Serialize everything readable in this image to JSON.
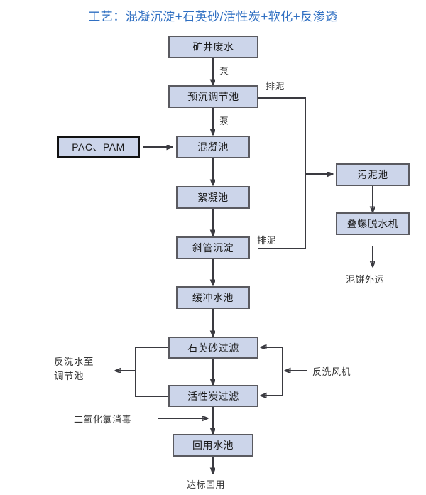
{
  "title": "工艺：混凝沉淀+石英砂/活性炭+软化+反渗透",
  "colors": {
    "title": "#2f6fc2",
    "node_fill": "#ccd5ea",
    "node_border": "#5a5a60",
    "edge": "#3a3a40",
    "background": "#ffffff"
  },
  "nodes": {
    "mine_wastewater": "矿井废水",
    "pre_sedimentation_tank": "预沉调节池",
    "chemical_dosing": "PAC、PAM",
    "coagulation_tank": "混凝池",
    "flocculation_tank": "絮凝池",
    "inclined_tube_sedimentation": "斜管沉淀",
    "buffer_tank": "缓冲水池",
    "quartz_sand_filter": "石英砂过滤",
    "activated_carbon_filter": "活性炭过滤",
    "reuse_water_tank": "回用水池",
    "sludge_tank": "污泥池",
    "screw_press_dehydrator": "叠螺脱水机"
  },
  "edge_labels": {
    "pump_1": "泵",
    "pump_2": "泵",
    "sludge_discharge_1": "排泥",
    "sludge_discharge_2": "排泥",
    "backwash_water_line1": "反洗水至",
    "backwash_water_line2": "调节池",
    "backwash_blower": "反洗风机",
    "chlorine_dioxide_disinfection": "二氧化氯消毒"
  },
  "terminals": {
    "mud_cake_transport": "泥饼外运",
    "standard_reuse": "达标回用"
  },
  "flow_chart": {
    "type": "flowchart",
    "main_chain": [
      "矿井废水",
      "预沉调节池",
      "混凝池",
      "絮凝池",
      "斜管沉淀",
      "缓冲水池",
      "石英砂过滤",
      "活性炭过滤",
      "回用水池",
      "达标回用"
    ],
    "sludge_chain": [
      "污泥池",
      "叠螺脱水机",
      "泥饼外运"
    ],
    "inputs": [
      {
        "label": "PAC、PAM",
        "target": "混凝池"
      },
      {
        "label": "反洗风机",
        "target": "石英砂过滤 / 活性炭过滤"
      },
      {
        "label": "二氧化氯消毒",
        "target": "回用水池"
      }
    ],
    "outputs": [
      {
        "label": "排泥",
        "from": "预沉调节池",
        "to": "污泥池"
      },
      {
        "label": "排泥",
        "from": "斜管沉淀",
        "to": "污泥池"
      },
      {
        "label": "反洗水至调节池",
        "from": "石英砂过滤 / 活性炭过滤"
      }
    ]
  }
}
